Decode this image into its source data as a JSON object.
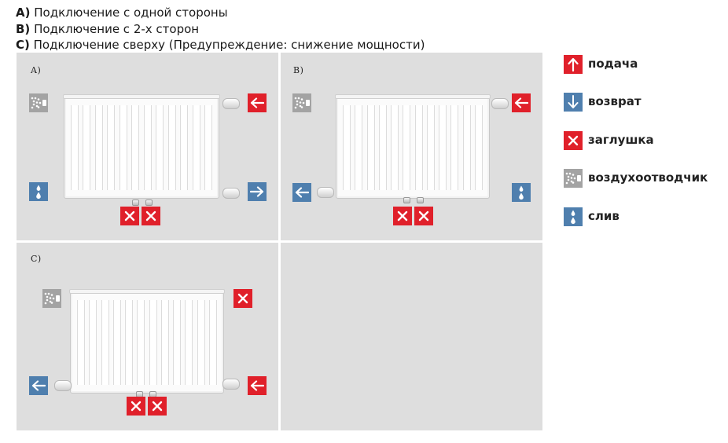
{
  "captions": [
    {
      "letter": "A)",
      "text": " Подключение с одной стороны"
    },
    {
      "letter": "B)",
      "text": " Подключение с 2-х сторон"
    },
    {
      "letter": "C)",
      "text": " Подключение сверху (Предупреждение: снижение мощности)"
    }
  ],
  "panels": {
    "a": {
      "label": "A)"
    },
    "b": {
      "label": "B)"
    },
    "c": {
      "label": "C)"
    }
  },
  "legend": [
    {
      "key": "supply",
      "label": "подача",
      "icon": "arrow-up-icon",
      "color": "#e0202a"
    },
    {
      "key": "return",
      "label": "возврат",
      "icon": "arrow-down-icon",
      "color": "#4f7fae"
    },
    {
      "key": "plug",
      "label": "заглушка",
      "icon": "cross-icon",
      "color": "#e0202a"
    },
    {
      "key": "air-vent",
      "label": "воздухоотводчик",
      "icon": "air-vent-icon",
      "color": "#a3a3a3"
    },
    {
      "key": "drain",
      "label": "слив",
      "icon": "drain-drops-icon",
      "color": "#4f7fae"
    }
  ],
  "colors": {
    "panel_bg": "#dedede",
    "supply": "#e0202a",
    "return": "#4f7fae",
    "vent": "#a3a3a3"
  }
}
